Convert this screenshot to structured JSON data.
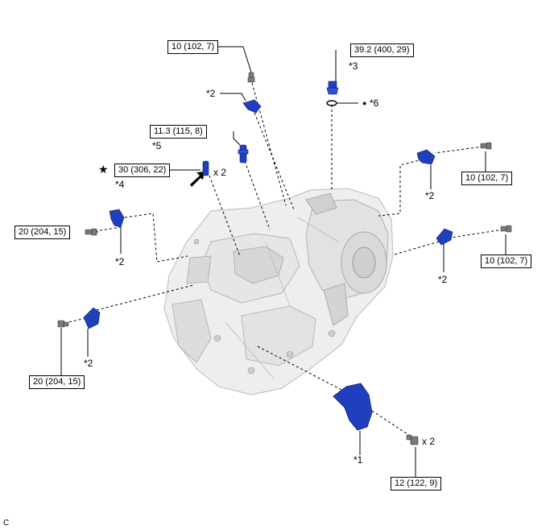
{
  "torque": {
    "t1": "10 (102, 7)",
    "t2": "39.2 (400, 29)",
    "t3": "11.3 (115, 8)",
    "t4": "30 (306, 22)",
    "t5": "10 (102, 7)",
    "t6": "20 (204, 15)",
    "t7": "10 (102, 7)",
    "t8": "20 (204, 15)",
    "t9": "12 (122, 9)"
  },
  "callouts": {
    "c1": "*2",
    "c2": "*3",
    "c3": "*6",
    "c4": "*5",
    "c5": "*4",
    "c6": "*2",
    "c7": "*2",
    "c8": "*2",
    "c9": "*2",
    "c10": "*1"
  },
  "qty": {
    "q1": "x 2",
    "q2": "x 2"
  },
  "symbols": {
    "star": "★",
    "dot": "●"
  },
  "footer_code": "C",
  "colors": {
    "part_blue": "#1f3fbf",
    "transaxle_light": "#eeeeee",
    "transaxle_shade": "#bdbdbd",
    "line": "#000000"
  }
}
